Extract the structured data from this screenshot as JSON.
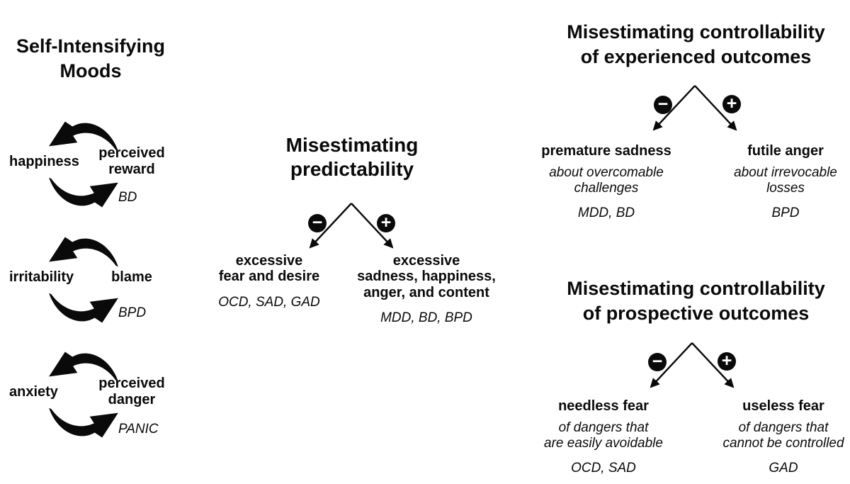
{
  "colors": {
    "background": "#ffffff",
    "ink": "#0a0a0a",
    "badge_text": "#ffffff"
  },
  "badges": {
    "minus": "−",
    "plus": "+"
  },
  "left_section": {
    "title": "Self-Intensifying\nMoods",
    "cycles": [
      {
        "left_label": "happiness",
        "right_label": "perceived\nreward",
        "disorders": "BD"
      },
      {
        "left_label": "irritability",
        "right_label": "blame",
        "disorders": "BPD"
      },
      {
        "left_label": "anxiety",
        "right_label": "perceived\ndanger",
        "disorders": "PANIC"
      }
    ]
  },
  "predictability_section": {
    "title": "Misestimating\npredictability",
    "negative_branch": {
      "heading": "excessive\nfear and desire",
      "disorders": "OCD, SAD, GAD"
    },
    "positive_branch": {
      "heading": "excessive\nsadness, happiness,\nanger, and content",
      "disorders": "MDD, BD, BPD"
    }
  },
  "experienced_section": {
    "title": "Misestimating controllability\nof experienced outcomes",
    "negative_branch": {
      "heading": "premature sadness",
      "description": "about overcomable\nchallenges",
      "disorders": "MDD, BD"
    },
    "positive_branch": {
      "heading": "futile anger",
      "description": "about irrevocable\nlosses",
      "disorders": "BPD"
    }
  },
  "prospective_section": {
    "title": "Misestimating controllability\nof prospective outcomes",
    "negative_branch": {
      "heading": "needless fear",
      "description": "of dangers that\nare easily avoidable",
      "disorders": "OCD, SAD"
    },
    "positive_branch": {
      "heading": "useless fear",
      "description": "of dangers that\ncannot be controlled",
      "disorders": "GAD"
    }
  }
}
